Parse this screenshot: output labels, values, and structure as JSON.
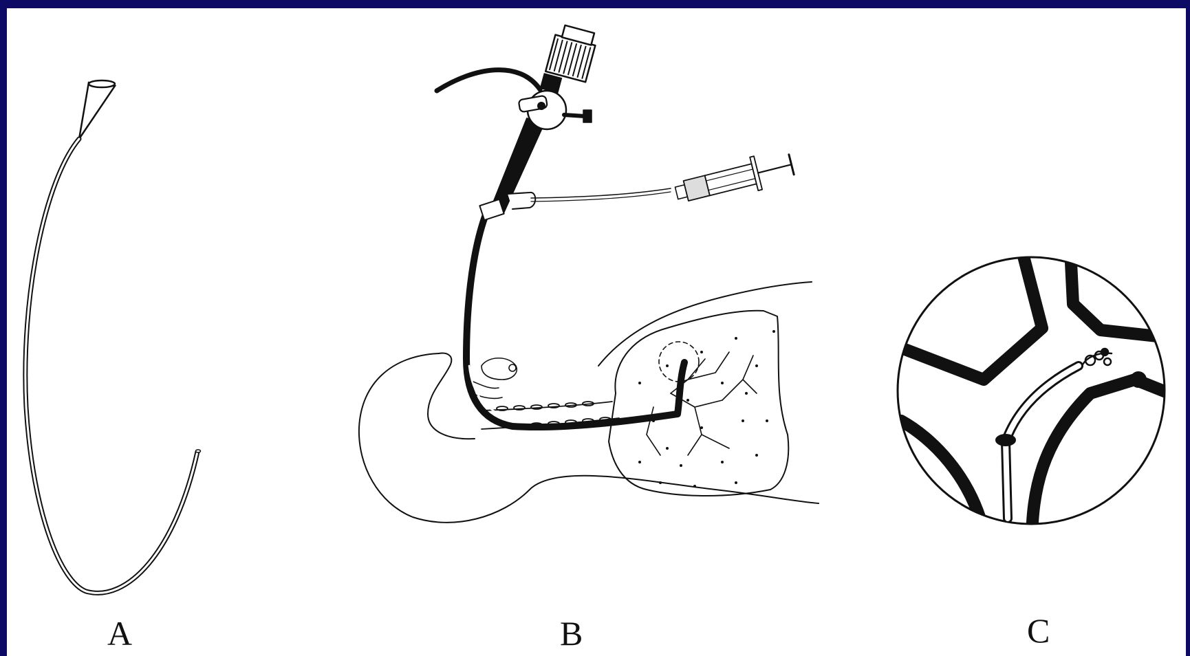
{
  "labels": {
    "a": "A",
    "b": "B",
    "c": "C"
  },
  "colors": {
    "background": "#0d0a66",
    "panel": "#ffffff",
    "ink": "#111111"
  }
}
